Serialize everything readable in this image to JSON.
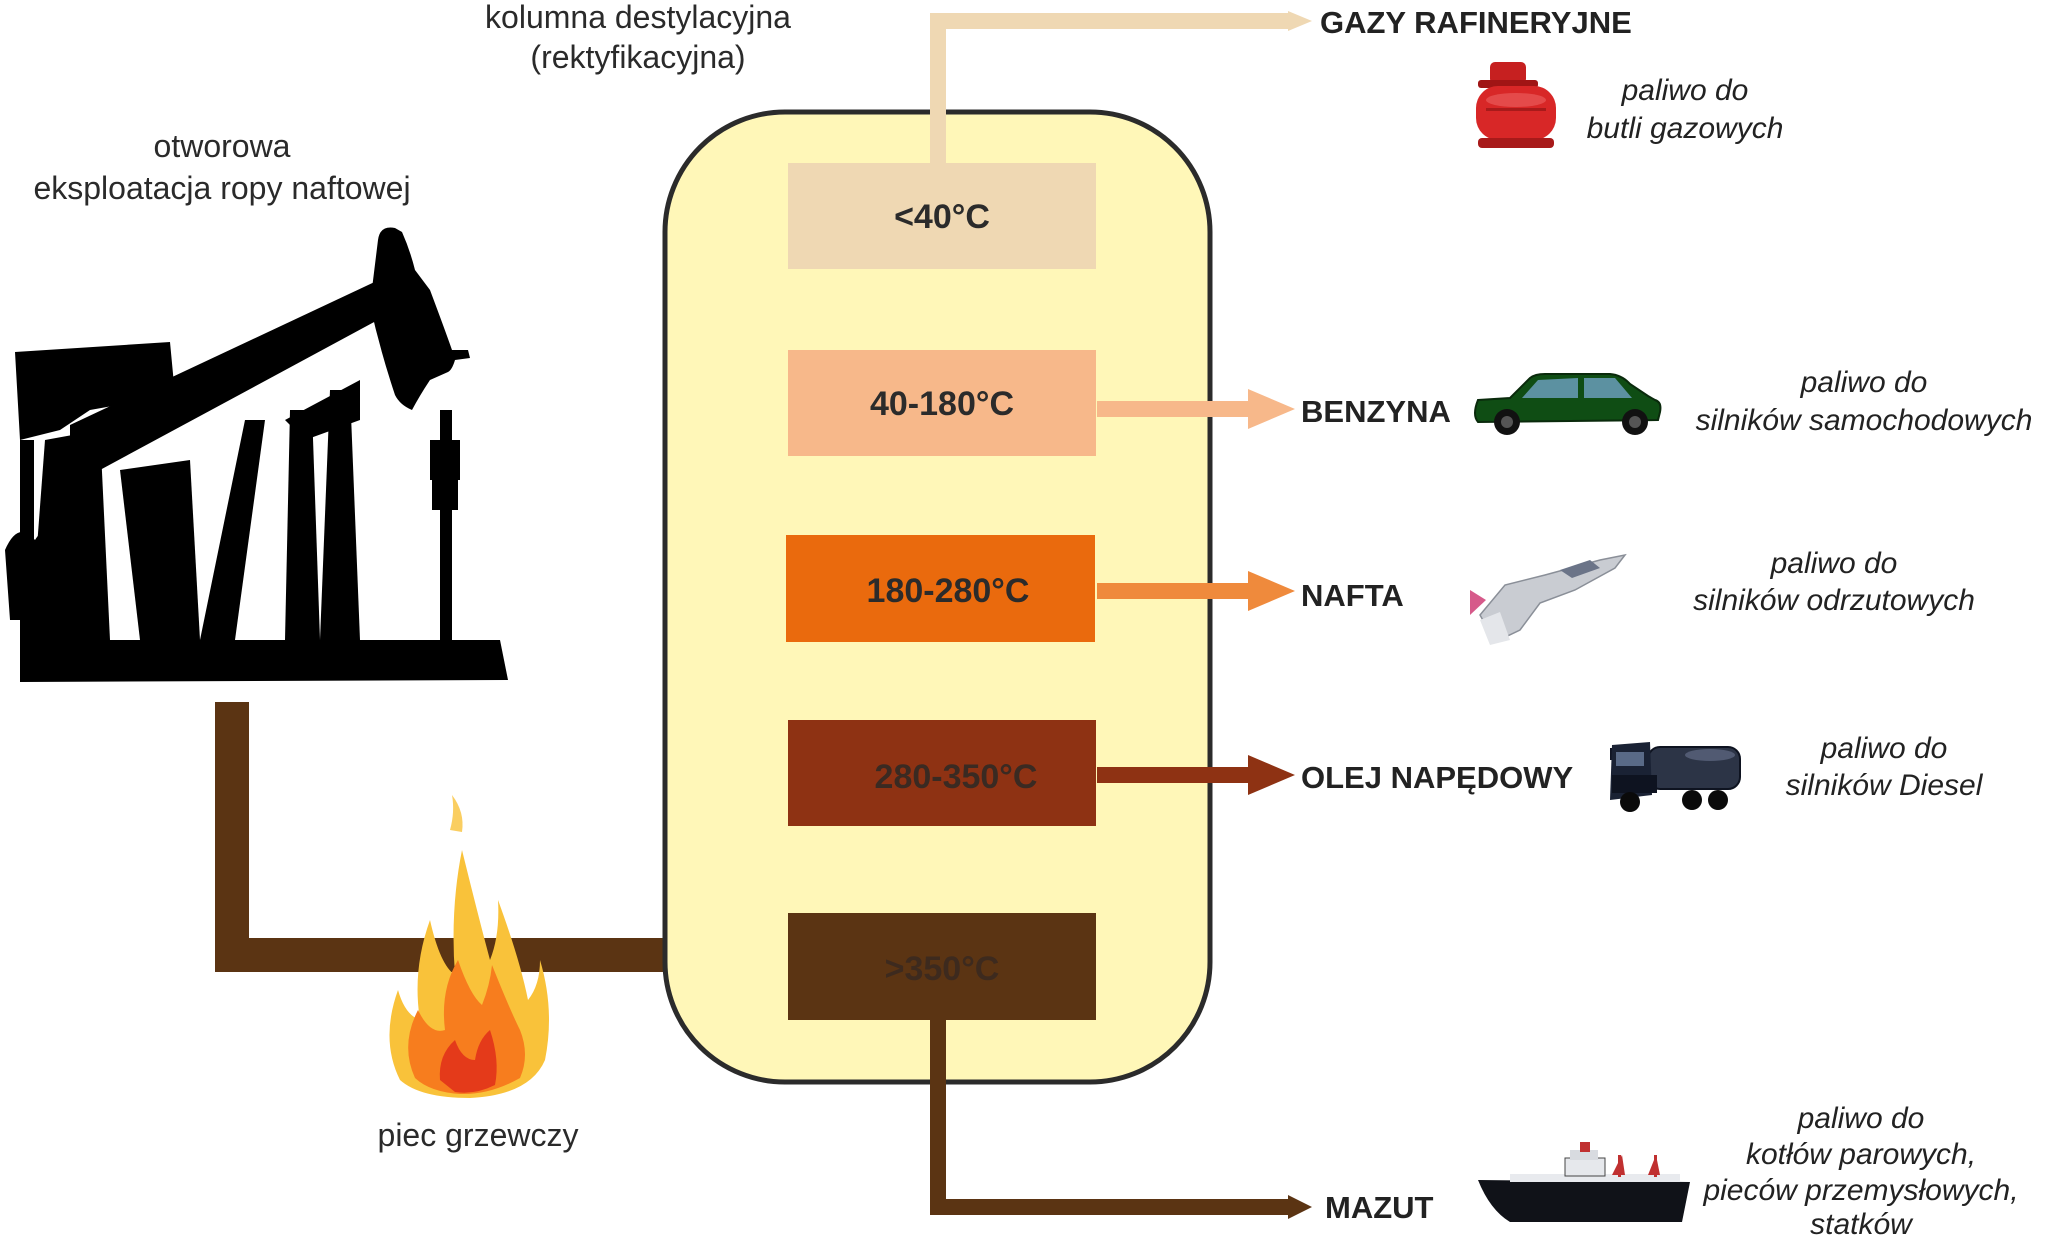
{
  "labels": {
    "column_line1": "kolumna destylacyjna",
    "column_line2": "(rektyfikacyjna)",
    "pump_line1": "otworowa",
    "pump_line2": "eksploatacja ropy naftowej",
    "furnace": "piec grzewczy"
  },
  "fractions": [
    {
      "temp": "<40°C",
      "product": "GAZY RAFINERYJNE",
      "use": [
        "paliwo do",
        "butli gazowych"
      ],
      "color": "#efd8b3",
      "pipe_color": "#efd8b3",
      "text_color": "#2b2b2b",
      "icon": "gas-cylinder-icon"
    },
    {
      "temp": "40-180°C",
      "product": "BENZYNA",
      "use": [
        "paliwo do",
        "silników samochodowych"
      ],
      "color": "#f7b88a",
      "pipe_color": "#f7b88a",
      "text_color": "#2b2b2b",
      "icon": "car-icon"
    },
    {
      "temp": "180-280°C",
      "product": "NAFTA",
      "use": [
        "paliwo do",
        "silników odrzutowych"
      ],
      "color": "#ea6a0d",
      "pipe_color": "#ef8a3c",
      "text_color": "#2b2b2b",
      "icon": "jet-icon"
    },
    {
      "temp": "280-350°C",
      "product": "OLEJ NAPĘDOWY",
      "use": [
        "paliwo do",
        "silników Diesel"
      ],
      "color": "#8e3213",
      "pipe_color": "#8e3213",
      "text_color": "#3a2a22",
      "icon": "truck-icon"
    },
    {
      "temp": ">350°C",
      "product": "MAZUT",
      "use": [
        "paliwo do",
        "kotłów parowych,",
        "pieców przemysłowych,",
        "statków"
      ],
      "color": "#5b3413",
      "pipe_color": "#5b3413",
      "text_color": "#3d2a1e",
      "icon": "ship-icon"
    }
  ],
  "colors": {
    "column_fill": "#fff7b8",
    "column_stroke": "#2b2b2b",
    "crude_pipe": "#5b3413",
    "silhouette": "#000000"
  }
}
